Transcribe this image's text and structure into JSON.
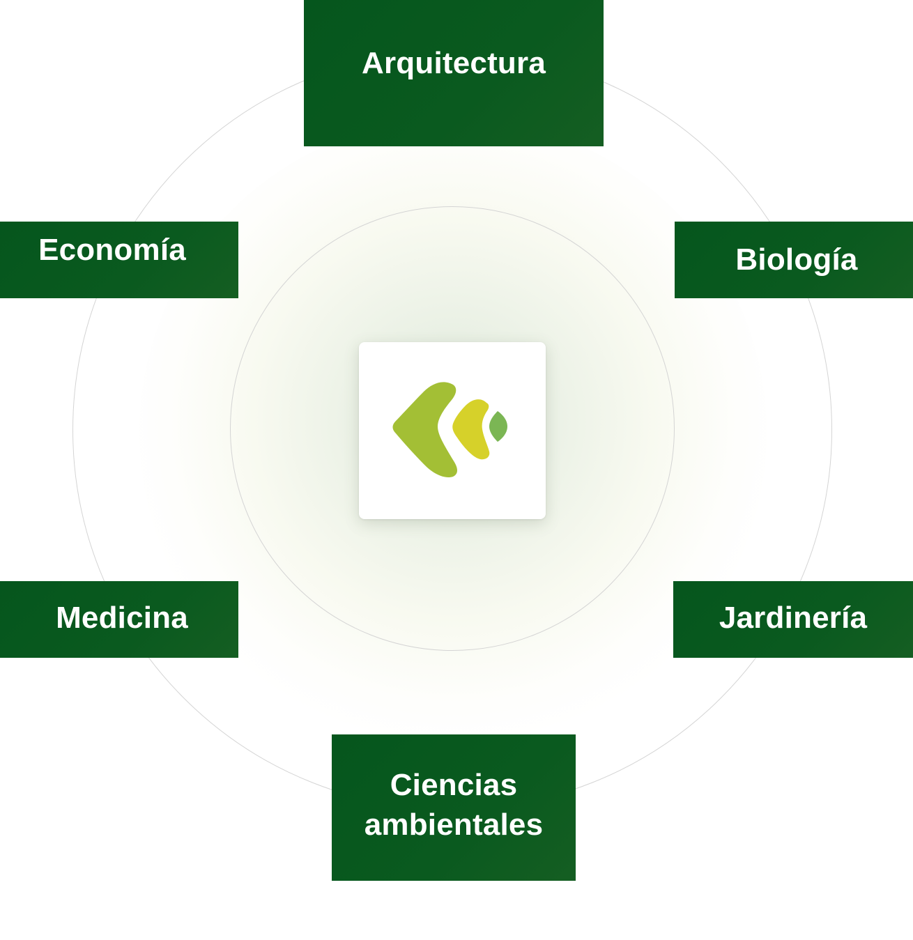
{
  "center_logo": {
    "icon": "leaf-chevrons-logo-icon",
    "colors": [
      "#a3bf35",
      "#d6d12a",
      "#7bb654"
    ]
  },
  "topics": {
    "arquitectura": "Arquitectura",
    "economia": "Economía",
    "biologia": "Biología",
    "medicina": "Medicina",
    "jardineria": "Jardinería",
    "ciencias_line1": "Ciencias",
    "ciencias_line2": "ambientales"
  },
  "colors": {
    "card_green": "#05561d",
    "ring": "#d4d4d4"
  }
}
